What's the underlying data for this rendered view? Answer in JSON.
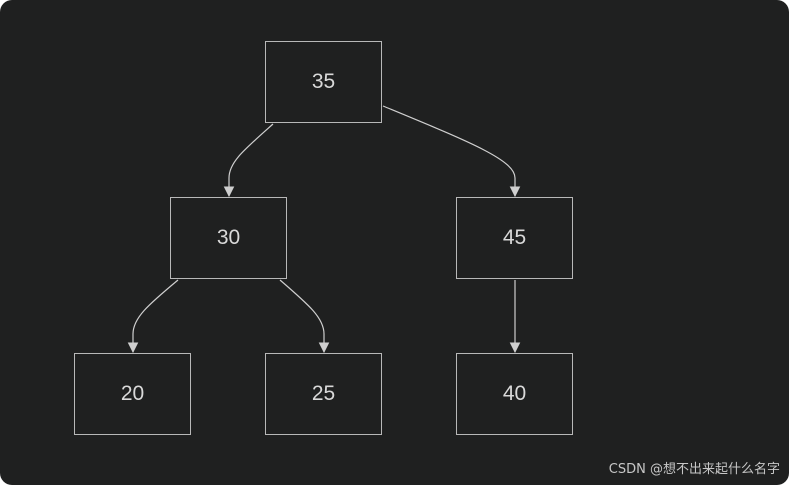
{
  "diagram": {
    "nodes": {
      "n35": "35",
      "n30": "30",
      "n45": "45",
      "n20": "20",
      "n25": "25",
      "n40": "40"
    },
    "edges": [
      {
        "from": "35",
        "to": "30"
      },
      {
        "from": "35",
        "to": "45"
      },
      {
        "from": "30",
        "to": "20"
      },
      {
        "from": "30",
        "to": "25"
      },
      {
        "from": "45",
        "to": "40"
      }
    ],
    "colors": {
      "background": "#1f2020",
      "node_border": "#b8b8b8",
      "edge": "#cfcfcf",
      "text": "#d9d9d9"
    }
  },
  "watermark": "CSDN @想不出来起什么名字"
}
